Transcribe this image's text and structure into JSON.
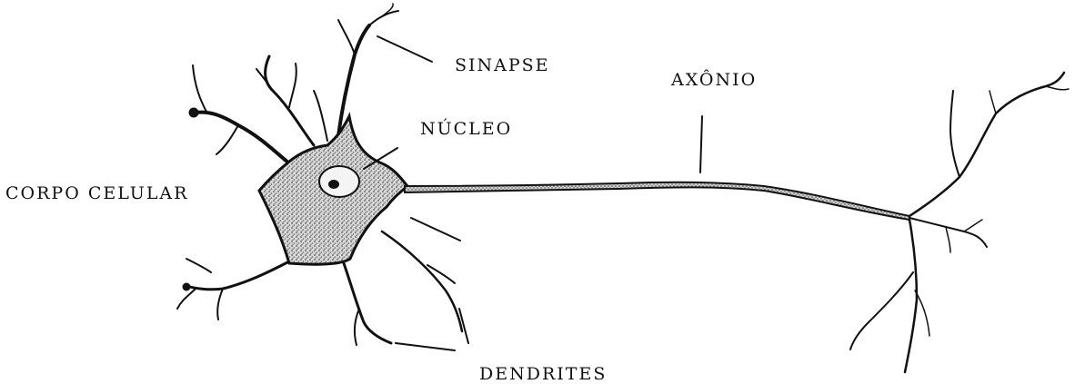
{
  "diagram": {
    "labels": {
      "sinapse": "SINAPSE",
      "axonio": "AXÔNIO",
      "nucleo": "NÚCLEO",
      "corpo_celular": "CORPO CELULAR",
      "dendrites": "DENDRITES"
    },
    "colors": {
      "ink": "#111111",
      "soma_fill": "#bdbdbd",
      "background": "#ffffff"
    }
  }
}
